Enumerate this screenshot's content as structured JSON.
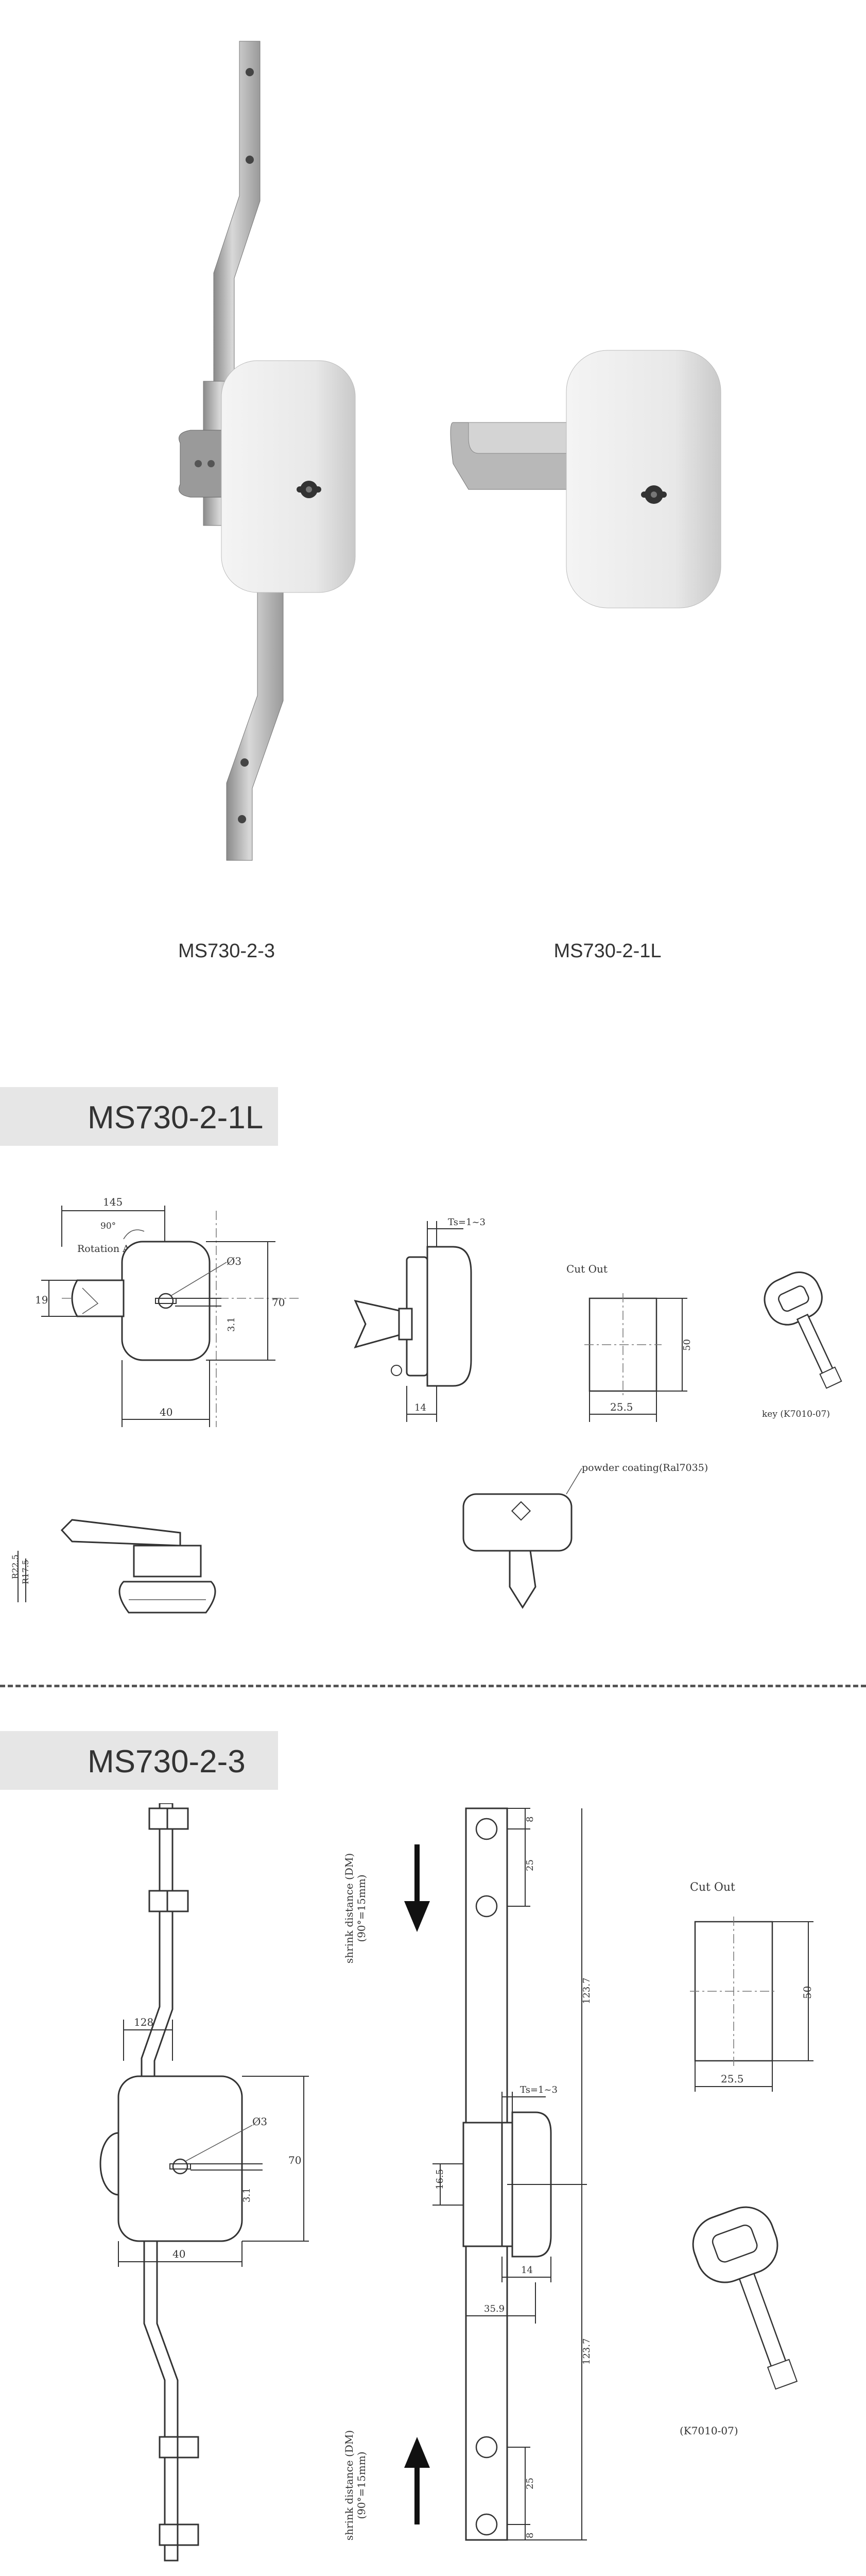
{
  "products": [
    {
      "caption": "MS730-2-3"
    },
    {
      "caption": "MS730-2-1L"
    }
  ],
  "sections": {
    "s1": {
      "title": "MS730-2-1L",
      "front": {
        "d145": "145",
        "rot": "90°",
        "rot_label": "Rotation Angle",
        "dia": "Ø3",
        "d19": "19",
        "d70": "70",
        "d31": "3.1",
        "d40": "40"
      },
      "side": {
        "ts": "Ts=1~3",
        "d14": "14"
      },
      "cutout": {
        "label": "Cut Out",
        "w": "25.5",
        "h": "50"
      },
      "key": {
        "label": "key (K7010-07)"
      },
      "lower": {
        "r225": "R22.5",
        "r175": "R17.5"
      },
      "coating": {
        "label": "powder coating(Ral7035)"
      }
    },
    "s2": {
      "title": "MS730-2-3",
      "front": {
        "d128": "128",
        "dia": "Ø3",
        "d70": "70",
        "d31": "3.1",
        "d40": "40"
      },
      "shrink_top": "shrink distance (DM) (90°=15mm)",
      "shrink_bottom": "shrink distance (DM) (90°=15mm)",
      "side": {
        "d8a": "8",
        "d25a": "25",
        "d1237a": "123.7",
        "ts": "Ts=1~3",
        "d165": "16.5",
        "d14": "14",
        "d359": "35.9",
        "d1237b": "123.7",
        "d25b": "25",
        "d8b": "8"
      },
      "cutout": {
        "label": "Cut Out",
        "w": "25.5",
        "h": "50"
      },
      "key": {
        "label": "(K7010-07)"
      }
    }
  }
}
